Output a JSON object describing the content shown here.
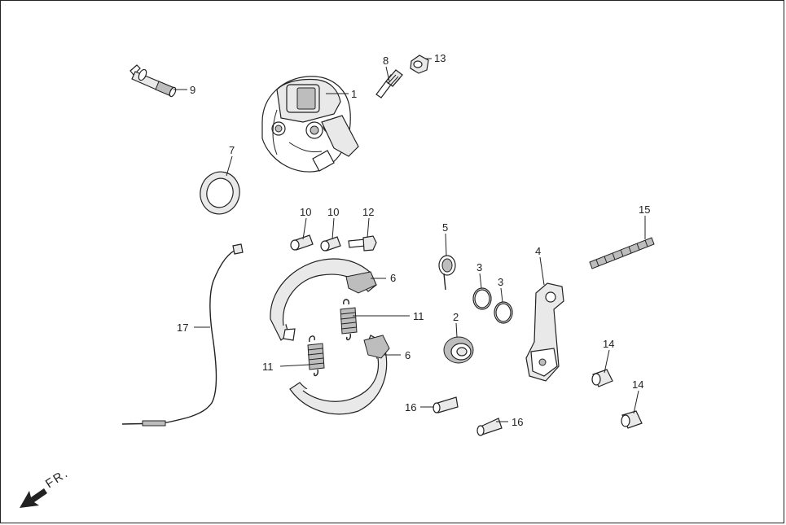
{
  "direction_label": "FR.",
  "callouts": [
    {
      "id": "c1",
      "text": "1"
    },
    {
      "id": "c2",
      "text": "2"
    },
    {
      "id": "c3a",
      "text": "3"
    },
    {
      "id": "c3b",
      "text": "3"
    },
    {
      "id": "c4",
      "text": "4"
    },
    {
      "id": "c5",
      "text": "5"
    },
    {
      "id": "c6a",
      "text": "6"
    },
    {
      "id": "c6b",
      "text": "6"
    },
    {
      "id": "c7",
      "text": "7"
    },
    {
      "id": "c8",
      "text": "8"
    },
    {
      "id": "c9",
      "text": "9"
    },
    {
      "id": "c10a",
      "text": "10"
    },
    {
      "id": "c10b",
      "text": "10"
    },
    {
      "id": "c11a",
      "text": "11"
    },
    {
      "id": "c11b",
      "text": "11"
    },
    {
      "id": "c12",
      "text": "12"
    },
    {
      "id": "c13",
      "text": "13"
    },
    {
      "id": "c14a",
      "text": "14"
    },
    {
      "id": "c14b",
      "text": "14"
    },
    {
      "id": "c15",
      "text": "15"
    },
    {
      "id": "c16a",
      "text": "16"
    },
    {
      "id": "c16b",
      "text": "16"
    },
    {
      "id": "c17",
      "text": "17"
    }
  ]
}
